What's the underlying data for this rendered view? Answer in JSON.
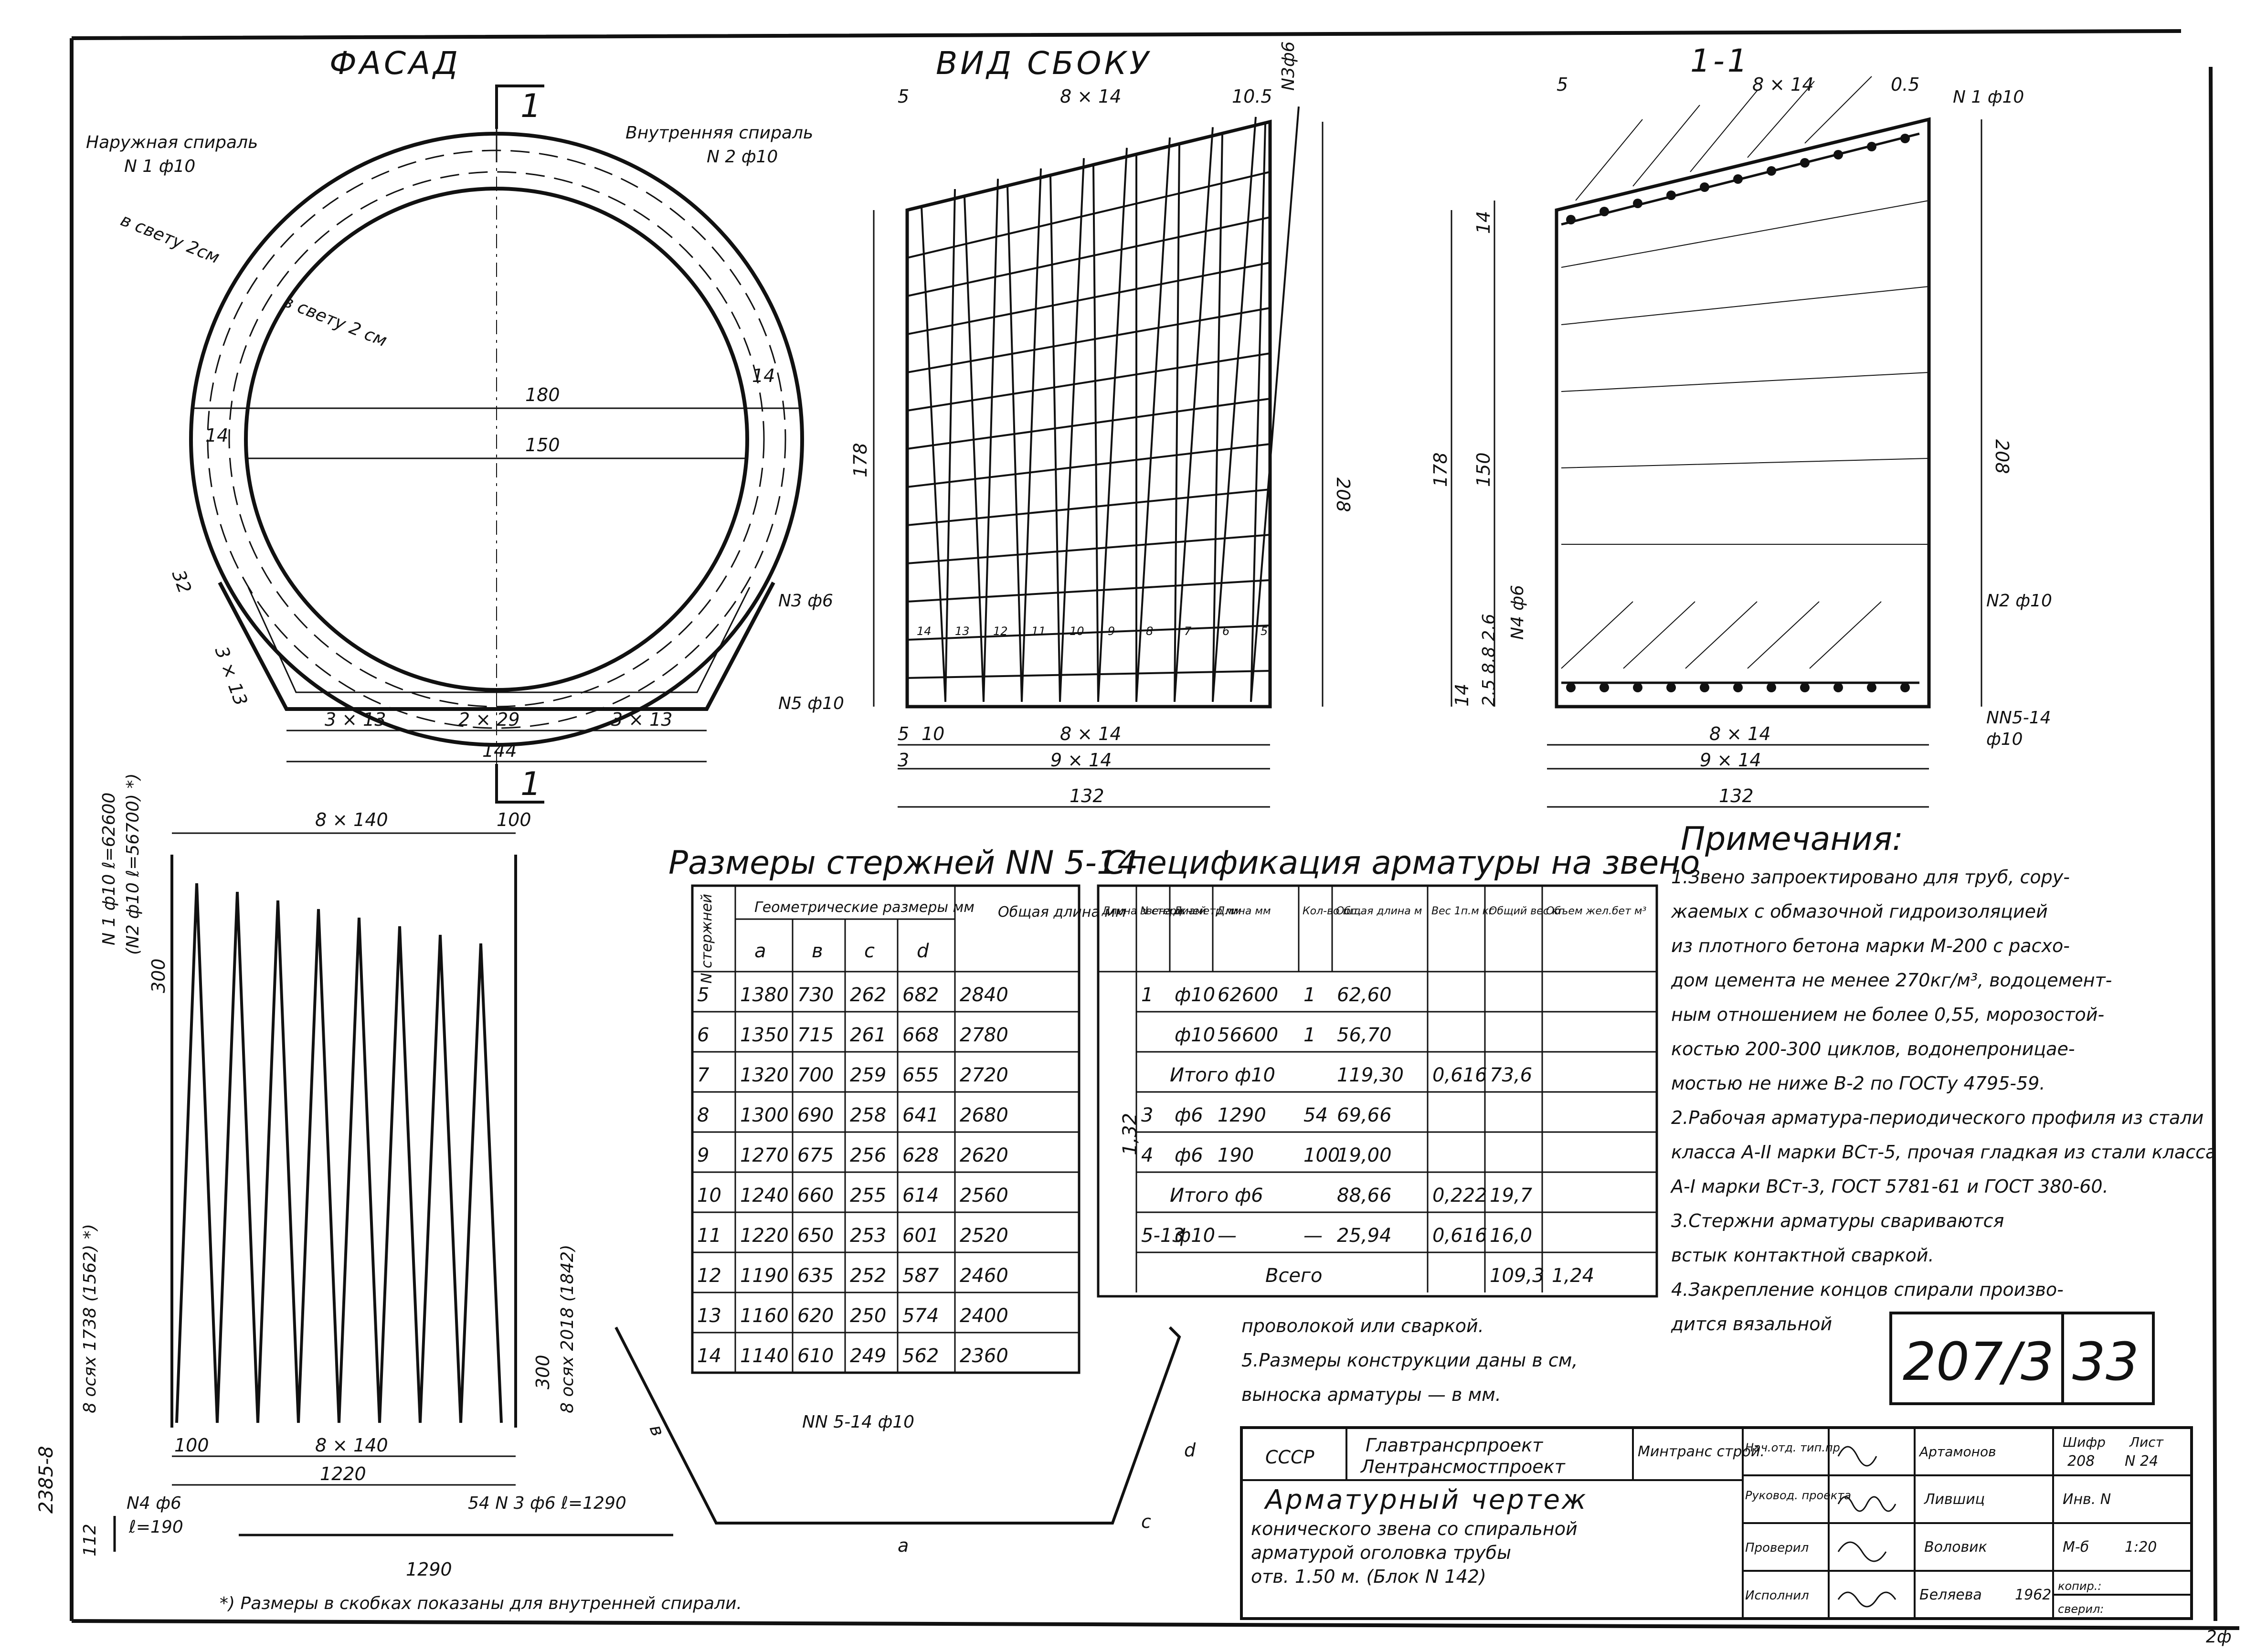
{
  "facade": {
    "title": "ФАСАД",
    "section_mark": "1",
    "outer_spiral_label": "Наружная спираль",
    "outer_spiral_mark": "N 1 ф10",
    "inner_spiral_label": "Внутренняя спираль",
    "inner_spiral_mark": "N 2 ф10",
    "clear_1": "в свету 2см",
    "clear_2": "в свету 2 см",
    "d_outer": "180",
    "d_inner": "150",
    "ring_left": "14",
    "ring_right": "14",
    "side_32": "32",
    "side_3x13": "3 × 13",
    "bar3": "N3 ф6",
    "bar5": "N5 ф10",
    "base_left": "3 × 13",
    "base_mid": "2 × 29",
    "base_right": "3 × 13",
    "base_total": "144"
  },
  "side_view": {
    "title": "ВИД СБОКУ",
    "top_dim": "8 × 14",
    "top_left": "5",
    "top_right": "10.5",
    "top_corner": "N3ф6",
    "h_left": "178",
    "h_right": "208",
    "bar_marks": [
      "14",
      "13",
      "12",
      "11",
      "10",
      "9",
      "8",
      "7",
      "6",
      "5"
    ],
    "bot_5": "5",
    "bot_10": "10",
    "bot_8x14": "8 × 14",
    "bot_9x14": "9 × 14",
    "bot_3": "3",
    "bot_total": "132"
  },
  "section": {
    "title": "1-1",
    "top_dim": "8 × 14",
    "top_5": "5",
    "top_05": "0.5",
    "bar1": "N 1 ф10",
    "bar2": "N2 ф10",
    "bar4": "N4 ф6",
    "bars5_14": "NN5-14",
    "bars5_14_d": "ф10",
    "dim_14_top": "14",
    "dim_178": "178",
    "dim_150": "150",
    "dim_208": "208",
    "dim_14_bot": "14",
    "dim_small": "2.5 8.8 2.6",
    "bot_8x14": "8 × 14",
    "bot_9x14": "9 × 14",
    "bot_total": "132"
  },
  "development": {
    "top_dim": "8 × 140",
    "top_100": "100",
    "side_mark": "N 1 ф10  ℓ=62600",
    "side_mark_2": "(N2 ф10  ℓ=56700) *)",
    "dim_300_top": "300",
    "axes_left": "8 осях 1738 (1562) *)",
    "axes_right": "8 осях 2018 (1842)",
    "dim_300_bot": "300",
    "bot_100": "100",
    "bot_8x140": "8 × 140",
    "bot_1220": "1220"
  },
  "small_bars": {
    "bar4": "N4 ф6",
    "bar4_len": "ℓ=190",
    "dim_112": "112",
    "bar3": "54 N 3 ф6  ℓ=1290",
    "len_1290": "1290",
    "footnote": "*) Размеры в скобках показаны для внутренней спирали.",
    "bars_mark": "NN 5-14 ф10",
    "a": "a",
    "b": "в",
    "c": "c",
    "d": "d"
  },
  "bar_table": {
    "title": "Размеры стержней NN 5-14",
    "head_n": "N стержней",
    "head_geom": "Геометрические размеры мм",
    "cols": [
      "a",
      "в",
      "c",
      "d"
    ],
    "head_total": "Общая длина мм",
    "rows": [
      [
        "5",
        "1380",
        "730",
        "262",
        "682",
        "2840"
      ],
      [
        "6",
        "1350",
        "715",
        "261",
        "668",
        "2780"
      ],
      [
        "7",
        "1320",
        "700",
        "259",
        "655",
        "2720"
      ],
      [
        "8",
        "1300",
        "690",
        "258",
        "641",
        "2680"
      ],
      [
        "9",
        "1270",
        "675",
        "256",
        "628",
        "2620"
      ],
      [
        "10",
        "1240",
        "660",
        "255",
        "614",
        "2560"
      ],
      [
        "11",
        "1220",
        "650",
        "253",
        "601",
        "2520"
      ],
      [
        "12",
        "1190",
        "635",
        "252",
        "587",
        "2460"
      ],
      [
        "13",
        "1160",
        "620",
        "250",
        "574",
        "2400"
      ],
      [
        "14",
        "1140",
        "610",
        "249",
        "562",
        "2360"
      ]
    ]
  },
  "spec_table": {
    "title": "Спецификация арматуры на звено",
    "heads": [
      "Длина звена м",
      "N стержней",
      "Диаметр мм",
      "Длина мм",
      "Кол-во шт.",
      "Общая длина м",
      "Вес 1п.м кг",
      "Общий вес кг",
      "Объем жел.бет м³"
    ],
    "length": "1,32",
    "rows": [
      {
        "n": "1",
        "d": "ф10",
        "len": "62600",
        "qty": "1",
        "total": "62,60"
      },
      {
        "n": "",
        "d": "ф10",
        "len": "56600",
        "qty": "1",
        "total": "56,70"
      }
    ],
    "sub10_label": "Итого ф10",
    "sub10_total": "119,30",
    "sub10_w": "0,616",
    "sub10_wt": "73,6",
    "rows6": [
      {
        "n": "3",
        "d": "ф6",
        "len": "1290",
        "qty": "54",
        "total": "69,66"
      },
      {
        "n": "4",
        "d": "ф6",
        "len": "190",
        "qty": "100",
        "total": "19,00"
      }
    ],
    "sub6_label": "Итого ф6",
    "sub6_total": "88,66",
    "sub6_w": "0,222",
    "sub6_wt": "19,7",
    "row513": {
      "n": "5-13",
      "d": "ф10",
      "len": "—",
      "qty": "—",
      "total": "25,94",
      "w": "0,616",
      "wt": "16,0"
    },
    "all_label": "Всего",
    "all_wt": "109,3",
    "all_vol": "1,24"
  },
  "notes": {
    "title": "Примечания:",
    "lines": [
      "1.Звено запроектировано для труб, сору-",
      "жаемых с обмазочной гидроизоляцией",
      "из плотного бетона марки М-200 с расхо-",
      "дом цемента не менее 270кг/м³, водоцемент-",
      "ным отношением не более 0,55, морозостой-",
      "костью 200-300 циклов, водонепроницае-",
      "мостью не ниже В-2 по ГОСТу 4795-59.",
      "2.Рабочая арматура-периодического профиля из стали",
      "класса А-II марки ВСт-5, прочая гладкая из стали класса",
      "А-I марки ВСт-3, ГОСТ 5781-61 и ГОСТ 380-60.",
      "3.Стержни арматуры свариваются",
      "встык контактной сваркой.",
      "4.Закрепление концов спирали произво-",
      "дится вязальной",
      "проволокой или сваркой.",
      "5.Размеры конструкции даны в см,",
      "выноска арматуры — в мм."
    ]
  },
  "sheet_no": {
    "series": "207/3",
    "sheet": "33"
  },
  "stamp": {
    "country": "СССР",
    "org1": "Главтрансрпроект",
    "org2": "Лентрансмостпроект",
    "ministry": "Минтранс строй.",
    "title1": "Арматурный чертеж",
    "title2": "конического звена со спиральной",
    "title3": "арматурой оголовка трубы",
    "title4": "отв. 1.50 м.   (Блок N 142)",
    "r1_role": "Нач.отд. тип.пр.",
    "r1_name": "Артамонов",
    "r2_role": "Руковод. проекта",
    "r2_name": "Лившиц",
    "r3_role": "Проверил",
    "r3_name": "Воловик",
    "r4_role": "Исполнил",
    "r4_name": "Беляева",
    "code_label": "Шифр",
    "code": "208",
    "list_label": "Лист",
    "list": "N 24",
    "inv": "Инв. N",
    "scale_label": "М-б",
    "scale": "1:20",
    "year": "1962",
    "copy": "копир.:",
    "checked": "сверил:"
  },
  "margin_code": "2385-8",
  "corner_mark": "2ф"
}
